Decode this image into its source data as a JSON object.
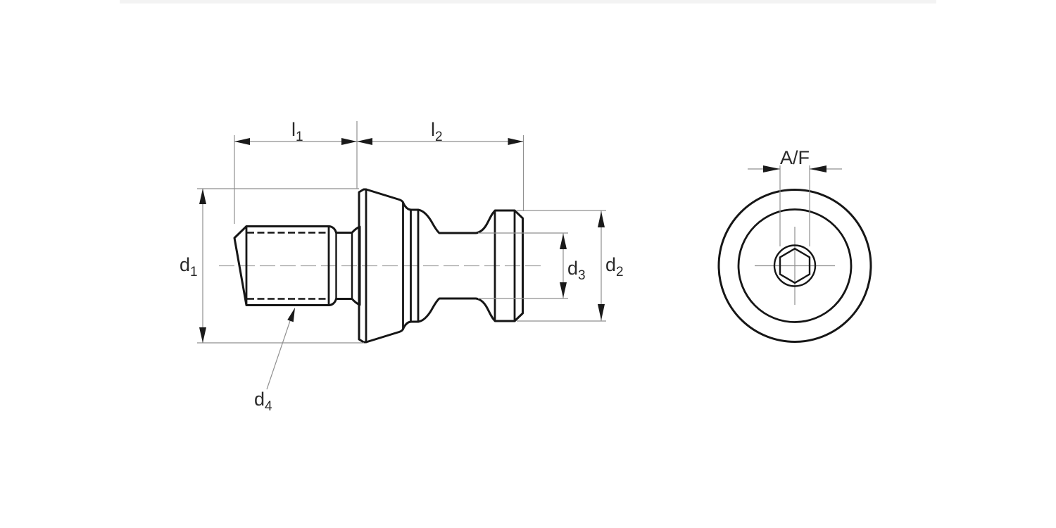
{
  "page": {
    "background": "#ffffff",
    "top_bar_color": "#f3f3f3"
  },
  "colors": {
    "outline": "#161616",
    "thin_line": "#8f8f8f",
    "centerline": "#a3a3a3",
    "arrow": "#1a1a1a",
    "text": "#2a2a2a",
    "top_bar": "#f3f3f3",
    "bg": "#ffffff"
  },
  "diagram": {
    "views": {
      "side_view_name": "side-view",
      "front_view_name": "front-view"
    },
    "labels": {
      "l1": {
        "main": "l",
        "sub": "1"
      },
      "l2": {
        "main": "l",
        "sub": "2"
      },
      "d1": {
        "main": "d",
        "sub": "1"
      },
      "d2": {
        "main": "d",
        "sub": "2"
      },
      "d3": {
        "main": "d",
        "sub": "3"
      },
      "d4": {
        "main": "d",
        "sub": "4"
      },
      "af": "A/F"
    }
  }
}
